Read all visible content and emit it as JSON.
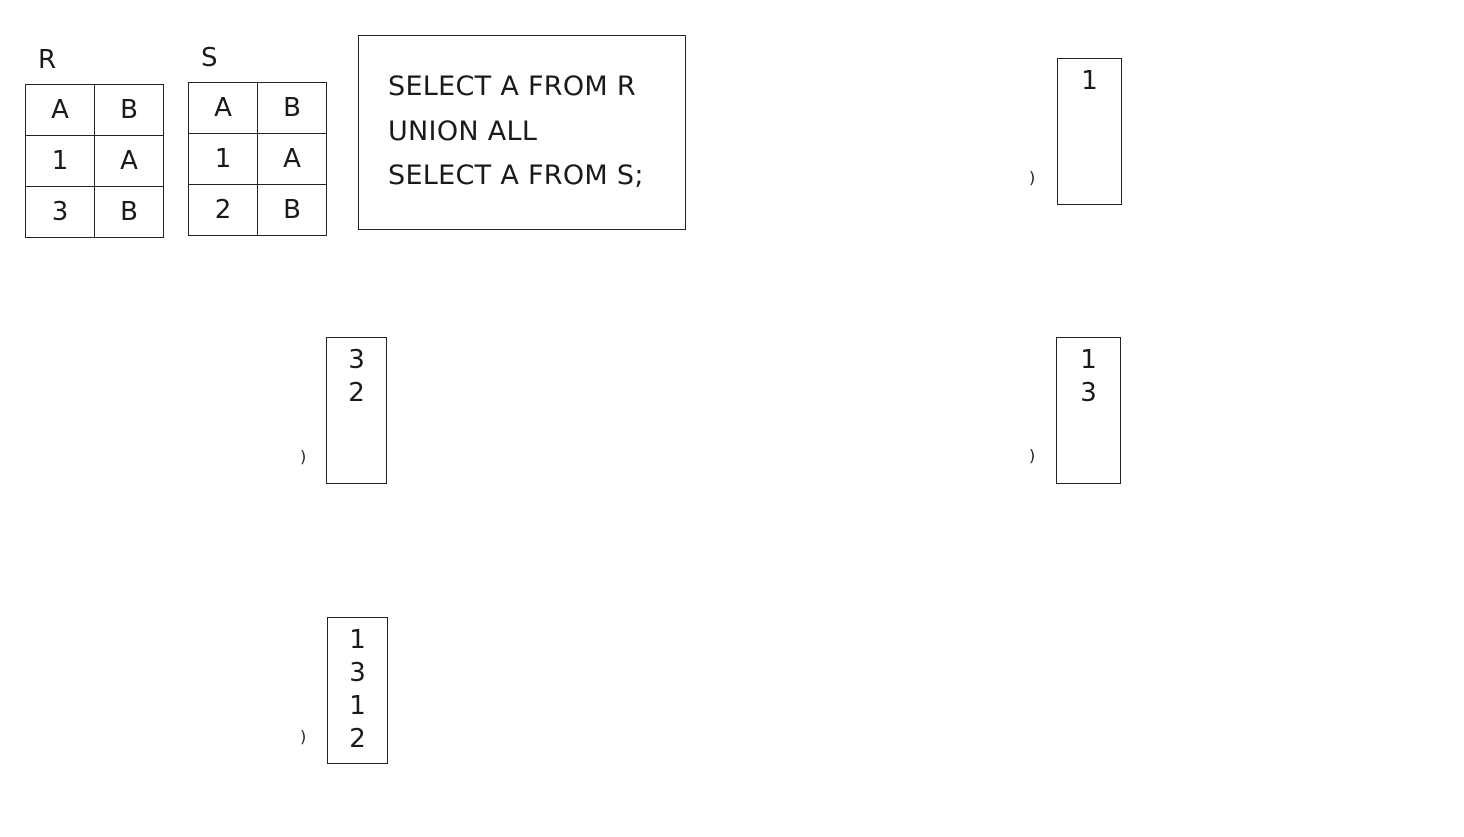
{
  "relations": [
    {
      "name": "R",
      "header": [
        "A",
        "B"
      ],
      "rows": [
        [
          "1",
          "A"
        ],
        [
          "3",
          "B"
        ]
      ]
    },
    {
      "name": "S",
      "header": [
        "A",
        "B"
      ],
      "rows": [
        [
          "1",
          "A"
        ],
        [
          "2",
          "B"
        ]
      ]
    }
  ],
  "query": {
    "lines": [
      "SELECT A FROM R",
      "UNION ALL",
      "SELECT A FROM S;"
    ]
  },
  "options": [
    {
      "marker": ")",
      "values": [
        "1"
      ]
    },
    {
      "marker": ")",
      "values": [
        "3",
        "2"
      ]
    },
    {
      "marker": ")",
      "values": [
        "1",
        "3"
      ]
    },
    {
      "marker": ")",
      "values": [
        "1",
        "3",
        "1",
        "2"
      ]
    }
  ]
}
